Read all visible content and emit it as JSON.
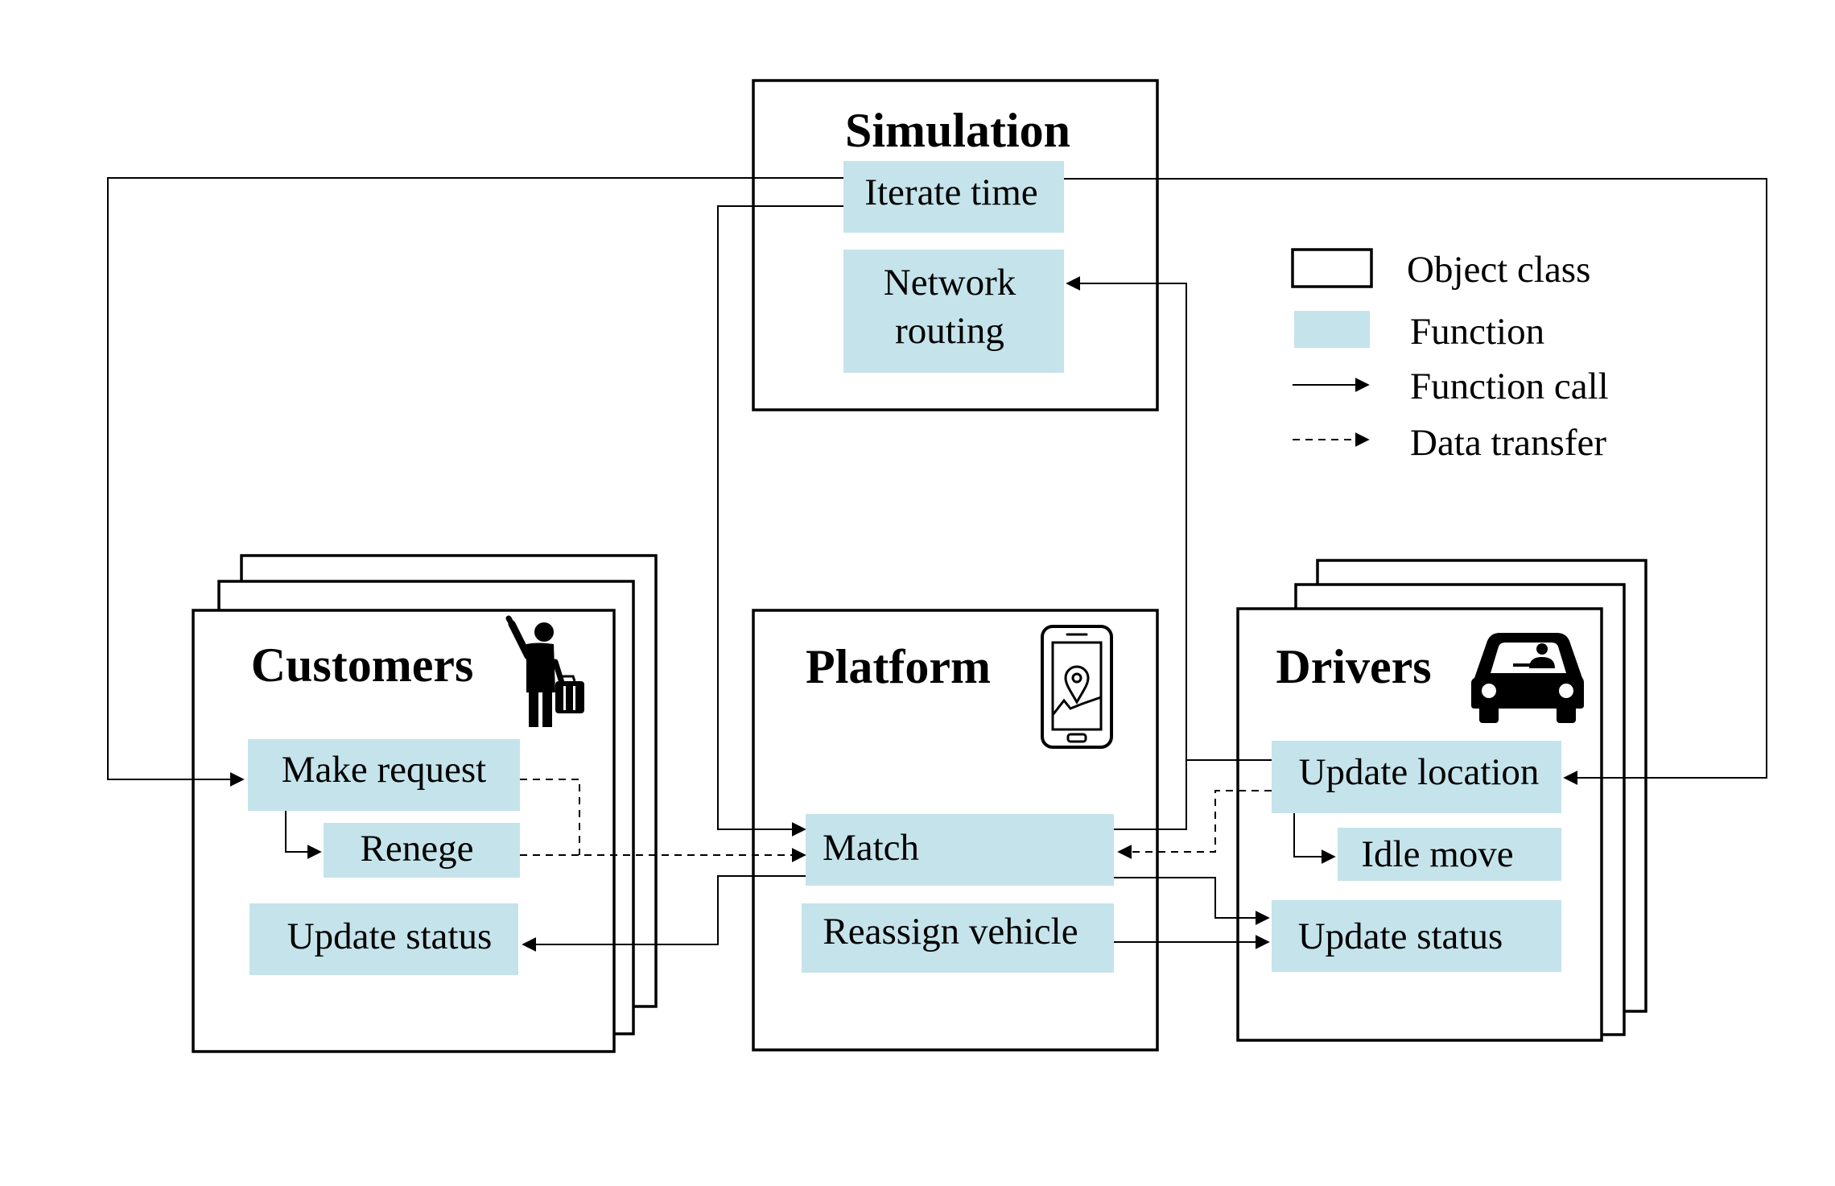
{
  "colors": {
    "function_fill": "#c5e3ea",
    "line": "#000000",
    "background": "#ffffff"
  },
  "simulation": {
    "title": "Simulation",
    "iterate_time": "Iterate time",
    "network_routing_line1": "Network",
    "network_routing_line2": "routing"
  },
  "customers": {
    "title": "Customers",
    "icon": "hailing-person-with-luggage-icon",
    "make_request": "Make request",
    "renege": "Renege",
    "update_status": "Update status"
  },
  "platform": {
    "title": "Platform",
    "icon": "smartphone-map-pin-icon",
    "match": "Match",
    "reassign_vehicle": "Reassign vehicle"
  },
  "drivers": {
    "title": "Drivers",
    "icon": "car-with-driver-icon",
    "update_location": "Update location",
    "idle_move": "Idle move",
    "update_status": "Update status"
  },
  "legend": {
    "object_class": "Object class",
    "function": "Function",
    "function_call": "Function call",
    "data_transfer": "Data transfer"
  }
}
